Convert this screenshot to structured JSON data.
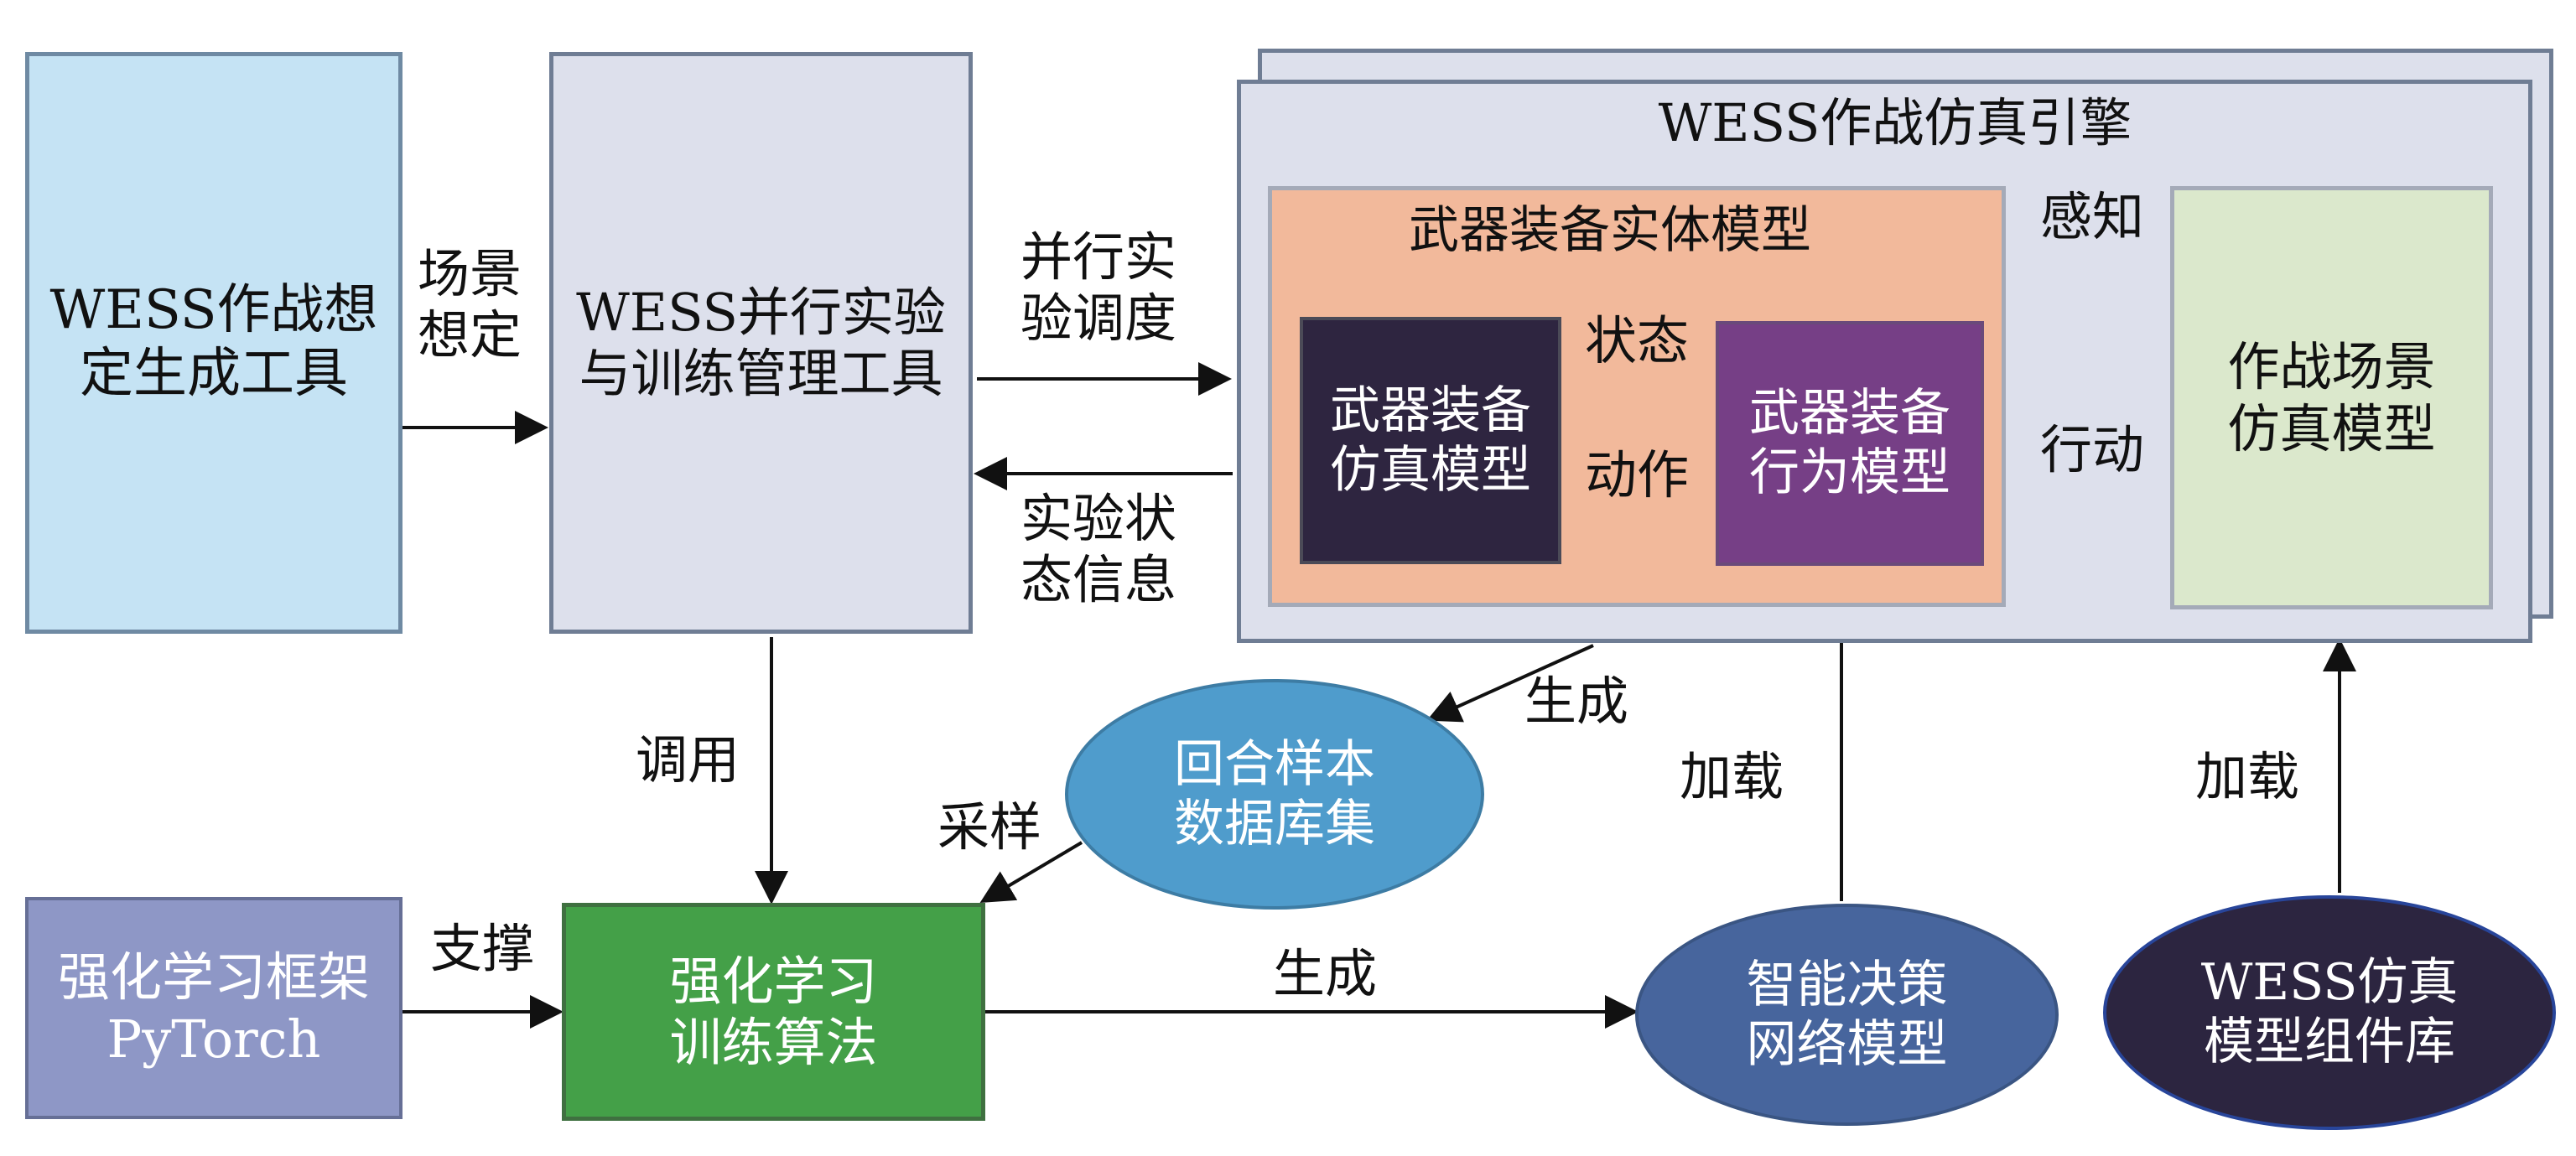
{
  "diagram": {
    "nodes": {
      "scenario_tool": {
        "label": "WESS作战想\n定生成工具",
        "color": "#c5e3f4"
      },
      "parallel_tool": {
        "label": "WESS并行实验\n与训练管理工具",
        "color": "#dde0ec"
      },
      "engine": {
        "label": "WESS作战仿真引擎",
        "color": "#dde0ec"
      },
      "entity_model": {
        "label": "武器装备实体模型",
        "color": "#f2b99b"
      },
      "sim_model": {
        "label": "武器装备\n仿真模型",
        "color": "#2e2540"
      },
      "behavior_model": {
        "label": "武器装备\n行为模型",
        "color": "#763f86"
      },
      "scene_model": {
        "label": "作战场景\n仿真模型",
        "color": "#dbe8cc"
      },
      "rl_framework": {
        "label": "强化学习框架\nPyTorch",
        "color": "#8e97c6"
      },
      "rl_algorithm": {
        "label": "强化学习\n训练算法",
        "color": "#44a048"
      },
      "sample_db": {
        "label": "回合样本\n数据库集",
        "color": "#4f9ccc"
      },
      "decision_net": {
        "label": "智能决策\n网络模型",
        "color": "#47659d"
      },
      "component_lib": {
        "label": "WESS仿真\n模型组件库",
        "color": "#2c2540"
      }
    },
    "edges": {
      "scenario": "场景\n想定",
      "dispatch": "并行实\n验调度",
      "exp_state": "实验状\n态信息",
      "perceive": "感知",
      "state": "状态",
      "action": "动作",
      "act": "行动",
      "invoke": "调用",
      "generate_samples": "生成",
      "sampling": "采样",
      "load_behavior": "加载",
      "load_components": "加载",
      "support": "支撑",
      "generate_net": "生成"
    }
  }
}
